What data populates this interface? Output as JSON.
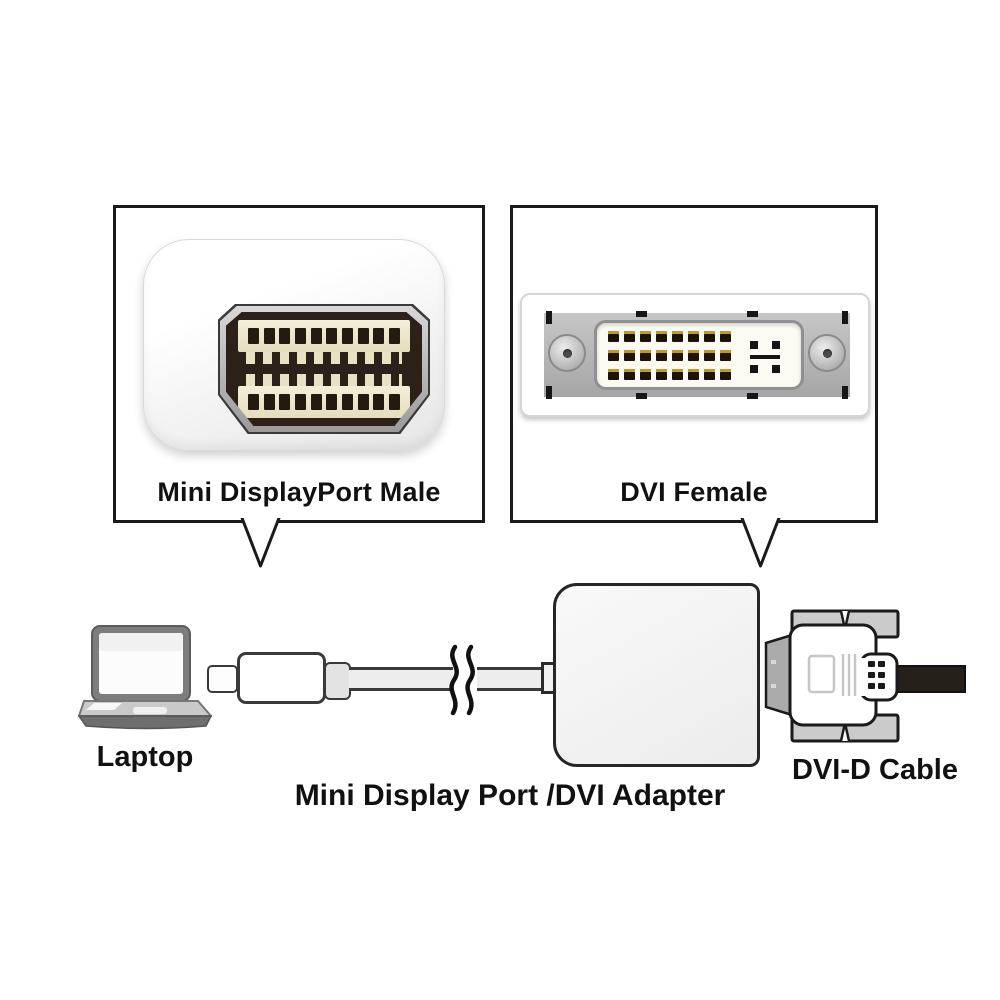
{
  "figure": {
    "callouts": [
      {
        "label": "Mini DisplayPort Male"
      },
      {
        "label": "DVI Female"
      }
    ],
    "flow": {
      "laptop_label": "Laptop",
      "adapter_label": "Mini Display Port /DVI Adapter",
      "dvi_cable_label": "DVI-D Cable"
    },
    "connectors": {
      "mini_displayport_male": {
        "pin_rows": 2,
        "pins_per_row": 10
      },
      "dvi_female": {
        "pin_holes": 24,
        "grid": "8x3",
        "flat_pin_holes": 4
      }
    },
    "colors": {
      "background": "#ffffff",
      "outline": "#1a1a1a",
      "connector_white": "#ffffff",
      "pin_gold": "#c9a22a",
      "port_cavity": "#2b2118",
      "metal_gray": "#b5b5b5",
      "cable_black": "#26201b",
      "adapter_gray": "#f2f2f2"
    }
  }
}
